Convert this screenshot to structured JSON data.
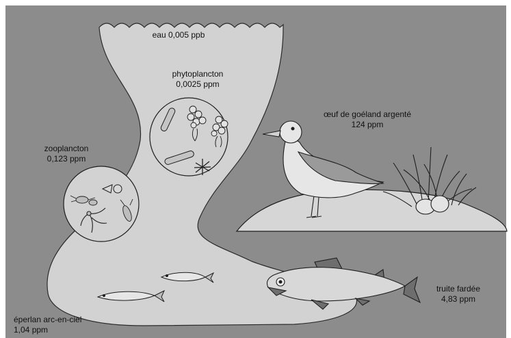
{
  "diagram": {
    "water": {
      "name": "eau",
      "value": "0,005 ppb"
    },
    "phytoplankton": {
      "name": "phytoplancton",
      "value": "0,0025 ppm"
    },
    "zooplankton": {
      "name": "zooplancton",
      "value": "0,123 ppm"
    },
    "gull_egg": {
      "name": "œuf de goéland argenté",
      "value": "124 ppm"
    },
    "trout": {
      "name": "truite fardée",
      "value": "4,83 ppm"
    },
    "smelt": {
      "name": "éperlan arc-en-ciel",
      "value": "1,04 ppm"
    }
  },
  "colors": {
    "background": "#8c8c8c",
    "water": "#d2d2d2",
    "organism": "#c8c8c8",
    "dark": "#6e6e6e",
    "outline": "#1e1e1e"
  }
}
